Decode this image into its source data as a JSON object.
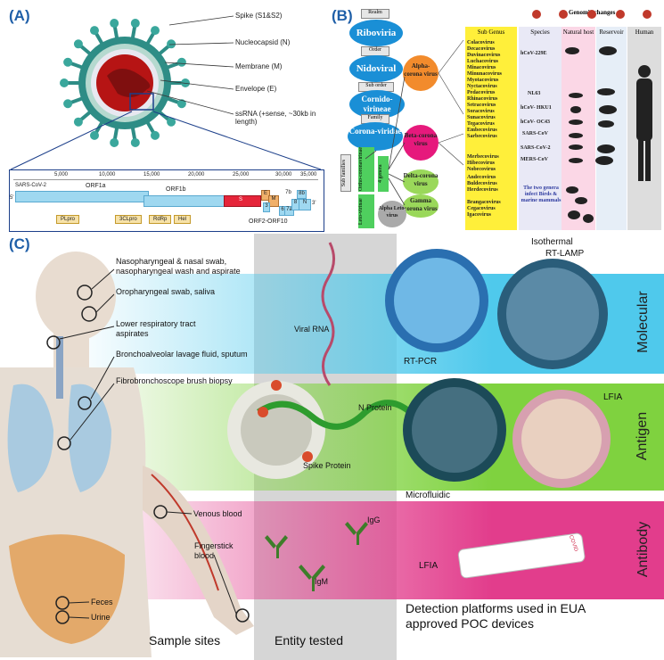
{
  "panelA": {
    "label": "(A)",
    "virus_labels": [
      "Spike (S1&S2)",
      "Nucleocapsid (N)",
      "Membrane (M)",
      "Envelope (E)",
      "ssRNA (+sense, ~30kb in length)"
    ],
    "genome": {
      "ticks": [
        "5,000",
        "10,000",
        "15,000",
        "20,000",
        "25,000",
        "30,000",
        "35,000"
      ],
      "name": "SARS-CoV-2",
      "orf1a": "ORF1a",
      "orf1b": "ORF1b",
      "five_prime": "5'",
      "three_prime": "3'",
      "s": "S",
      "m": "M",
      "n": "N",
      "e": "E",
      "genes_small": [
        "3",
        "6",
        "7a",
        "7b",
        "8b",
        "8"
      ],
      "proteins": [
        "PLpro",
        "3CLpro",
        "RdRp",
        "Hel"
      ],
      "orf_range": "ORF2-ORF10"
    }
  },
  "panelB": {
    "label": "(B)",
    "ranks": [
      "Realm",
      "Order",
      "Sub order",
      "Family",
      "Sub families"
    ],
    "taxa": [
      "Riboviria",
      "Nidoviral",
      "Cornido-virineae",
      "Corona-viridae"
    ],
    "subfamilies": [
      "Ortho-coronavirinae",
      "Leto-virinae"
    ],
    "genera_count": "4 genera",
    "genera": [
      "Alpha-corona virus",
      "Beta-corona virus",
      "Delta-corona virus",
      "Gamma corona virus",
      "Alpha Leto-virus"
    ],
    "col_heads": [
      "Sub Genus",
      "Species",
      "Natural host",
      "Reservoir",
      "Human"
    ],
    "genomic_changes": "Genomic changes",
    "alpha_subgenera": [
      "Colacovirus",
      "Decacovirus",
      "Duvinacovirus",
      "Luchacovirus",
      "Minacovirus",
      "Minunacovirus",
      "Myotacovirus",
      "Nyctacovirus",
      "Pedacovirus",
      "Rhinacovirus",
      "Setracovirus",
      "Soracovirus",
      "Sunacovirus",
      "Tegacovirus",
      "Embecovirus"
    ],
    "beta_subgenera": [
      "Sarbecovirus",
      "Merbecovirus",
      "Hibecovirus",
      "Nobecovirus"
    ],
    "delta_subgenera": [
      "Andecovirus",
      "Buldecovirus",
      "Herdecovirus"
    ],
    "gamma_subgenera": [
      "Brangacovirus",
      "Cegacovirus",
      "Igacovirus"
    ],
    "species": [
      "hCoV-229E",
      "NL63",
      "hCoV- HKU1",
      "hCoV- OC43",
      "SARS-CoV",
      "SARS-CoV-2",
      "MERS-CoV"
    ],
    "two_genera_note": "The two genera infect Birds & marine mammals"
  },
  "panelC": {
    "label": "(C)",
    "sample_labels": [
      "Nasopharyngeal & nasal swab, nasopharyngeal wash and aspirate",
      "Oropharyngeal swab, saliva",
      "Lower respiratory tract aspirates",
      "Bronchoalveolar lavage fluid, sputum",
      "Fibrobronchoscope brush biopsy",
      "Venous blood",
      "Fingerstick blood",
      "Feces",
      "Urine"
    ],
    "entity_labels": [
      "Viral RNA",
      "N Protein",
      "Spike Protein",
      "IgG",
      "IgM"
    ],
    "platform_labels": [
      "Isothermal",
      "RT-LAMP",
      "RT-PCR",
      "LFIA",
      "Microfluidic",
      "LFIA"
    ],
    "strip_brand": "COVID",
    "bands": [
      "Molecular",
      "Antigen",
      "Antibody"
    ],
    "colors": {
      "molecular": "#4fc9ec",
      "antigen": "#7fd23f",
      "antibody": "#e23d8c"
    },
    "bottom_titles": [
      "Sample sites",
      "Entity tested",
      "Detection platforms used in EUA approved POC devices"
    ]
  }
}
